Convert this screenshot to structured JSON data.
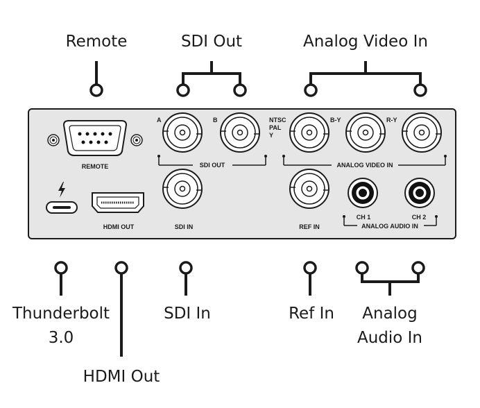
{
  "callouts": {
    "remote": "Remote",
    "sdi_out": "SDI Out",
    "analog_video_in": "Analog Video In",
    "thunderbolt_line1": "Thunderbolt",
    "thunderbolt_line2": "3.0",
    "hdmi_out": "HDMI Out",
    "sdi_in": "SDI In",
    "ref_in": "Ref In",
    "analog_audio_line1": "Analog",
    "analog_audio_line2": "Audio In"
  },
  "panel_labels": {
    "remote": "REMOTE",
    "sdi_a": "A",
    "sdi_b": "B",
    "sdi_out": "SDI OUT",
    "ntsc": "NTSC",
    "pal": "PAL",
    "y": "Y",
    "b_y": "B-Y",
    "r_y": "R-Y",
    "analog_video_in": "ANALOG VIDEO IN",
    "hdmi_out": "HDMI OUT",
    "sdi_in": "SDI IN",
    "ref_in": "REF IN",
    "ch1": "CH 1",
    "ch2": "CH 2",
    "analog_audio_in": "ANALOG AUDIO IN"
  },
  "colors": {
    "panel_fill": "#e6e6e6",
    "outline": "#1a1a1a"
  },
  "icons": {
    "thunderbolt": "lightning-bolt-icon"
  }
}
